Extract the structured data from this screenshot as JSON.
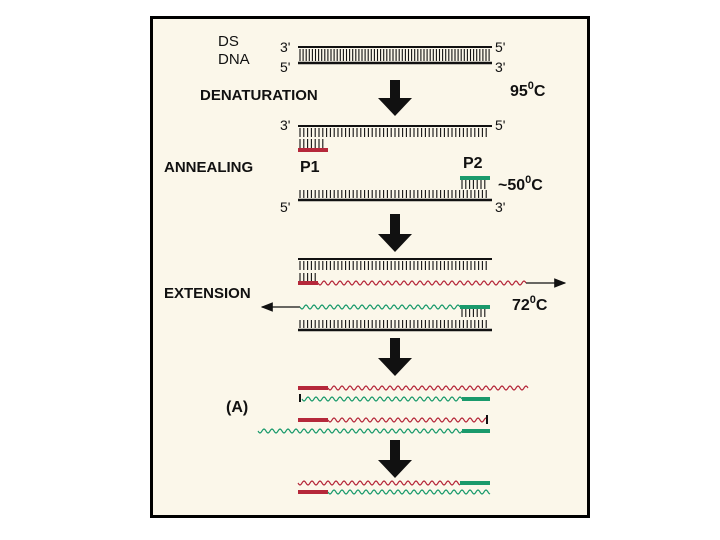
{
  "figure": {
    "ds_label_line1": "DS",
    "ds_label_line2": "DNA",
    "end_3prime": "3'",
    "end_5prime": "5'",
    "steps": {
      "denaturation": "DENATURATION",
      "annealing": "ANNEALING",
      "extension": "EXTENSION"
    },
    "primers": {
      "p1": "P1",
      "p2": "P2"
    },
    "temperatures": {
      "denaturation": "95",
      "annealing": "~50",
      "extension": "72",
      "degree": "0",
      "unit": "C"
    },
    "panel_label": "(A)",
    "colors": {
      "primer_p1": "#b5283a",
      "primer_p2": "#1a9a6c",
      "strand": "#111111",
      "panel_bg": "#fbf7ea"
    }
  }
}
